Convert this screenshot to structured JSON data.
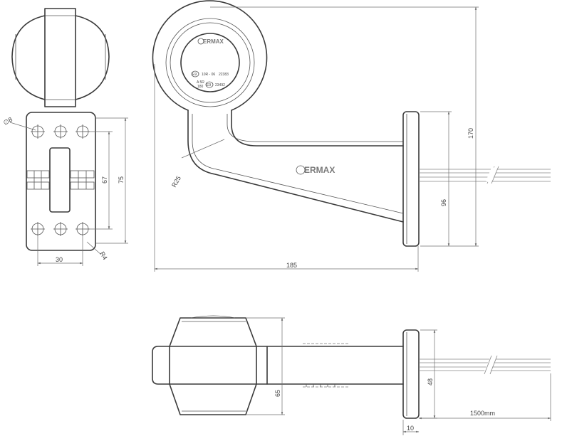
{
  "brand": "ERMAX",
  "markings": {
    "approval1": "E9",
    "code1": "10R - 06",
    "number1": "22383",
    "approval2": "E9",
    "code2a": "A 5R",
    "code2b": "180",
    "number2": "23492"
  },
  "dimensions": {
    "hole_diameter": "∅8",
    "pitch_67": "67",
    "height_75": "75",
    "width_30": "30",
    "corner_radius": "R4",
    "bend_radius": "R25",
    "length_185": "185",
    "height_170": "170",
    "flange_96": "96",
    "depth_65": "65",
    "flange_48": "48",
    "cable_length": "1500mm",
    "flange_10": "10"
  }
}
